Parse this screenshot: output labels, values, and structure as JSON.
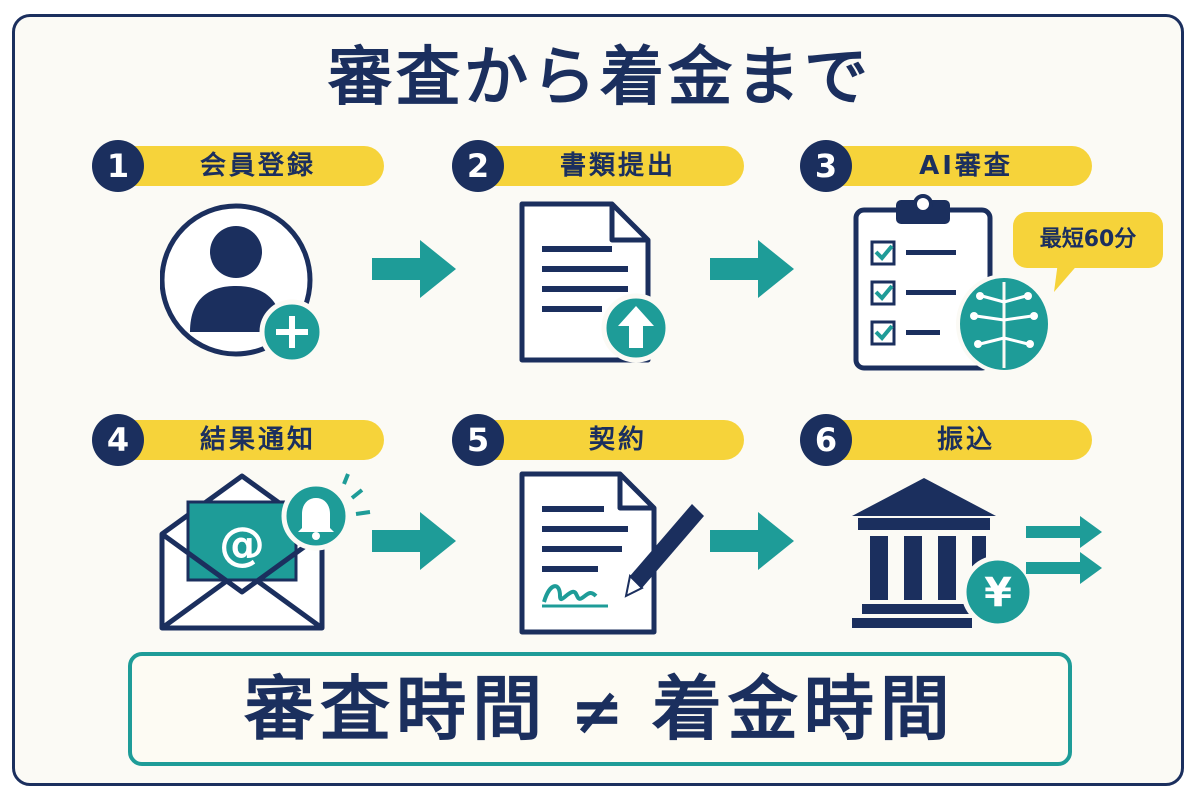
{
  "title": "審査から着金まで",
  "steps": [
    {
      "number": "1",
      "label": "会員登録"
    },
    {
      "number": "2",
      "label": "書類提出"
    },
    {
      "number": "3",
      "label": "AI審査"
    },
    {
      "number": "4",
      "label": "結果通知"
    },
    {
      "number": "5",
      "label": "契約"
    },
    {
      "number": "6",
      "label": "振込"
    }
  ],
  "speech_bubble": "最短60分",
  "bottom": {
    "left": "審査時間",
    "symbol": "≠",
    "right": "着金時間"
  },
  "icons": {
    "step1": "user-add-icon",
    "step2": "document-upload-icon",
    "step3": "clipboard-checklist-ai-brain-icon",
    "step4": "email-notification-bell-icon",
    "step5": "contract-signature-pen-icon",
    "step6": "bank-yen-transfer-icon"
  },
  "colors": {
    "navy": "#1b2f5e",
    "teal": "#1e9c98",
    "yellow": "#f6d33a"
  }
}
